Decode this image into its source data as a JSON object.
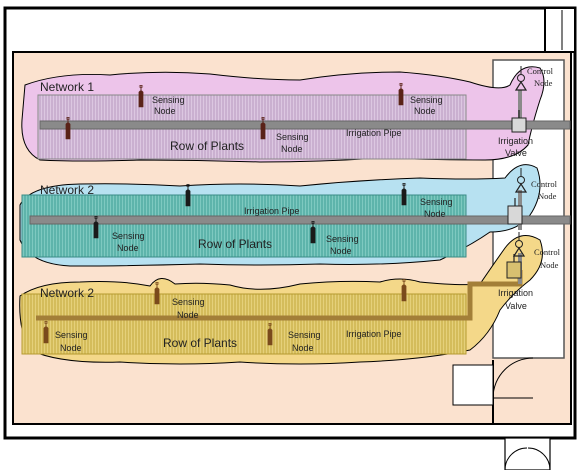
{
  "networks": [
    {
      "title": "Network 1",
      "color": "#e9b7e6"
    },
    {
      "title": "Network 2",
      "color": "#a9dcee"
    },
    {
      "title": "Network 2",
      "color": "#f0cf7a"
    }
  ],
  "labels": {
    "row_of_plants": "Row of Plants",
    "irrigation_pipe": "Irrigation Pipe",
    "sensing": "Sensing",
    "node": "Node",
    "control": "Control",
    "irrigation": "Irrigation",
    "valve": "Valve"
  },
  "colors": {
    "wall": "#000000",
    "floor": "#fbe2cf",
    "row1_fill": "#d6bfdc",
    "row2_fill": "#5fb7b0",
    "row3_fill": "#d8c260",
    "pipe": "#8a8a8a",
    "sensor1": "#5a2318",
    "sensor2": "#1a1a1a",
    "sensor3": "#7a4a1c"
  }
}
